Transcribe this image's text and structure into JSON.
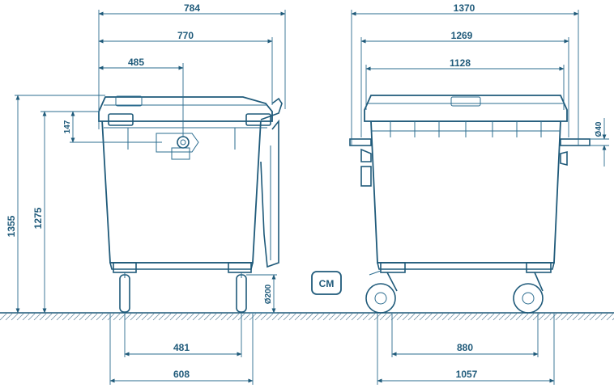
{
  "dimensions": {
    "front_overall_width": "784",
    "front_body_width": "770",
    "front_half_width": "485",
    "front_lid_depth": "147",
    "front_wheel_span": "481",
    "front_base_width": "608",
    "overall_height": "1355",
    "body_height": "1275",
    "wheel_diameter": "Ø200",
    "side_overall_width": "1370",
    "side_handle_width": "1269",
    "side_body_width": "1128",
    "side_pin_diameter": "Ø40",
    "side_wheel_span": "880",
    "side_base_width": "1057"
  },
  "badge": {
    "label": "CM"
  },
  "colors": {
    "line": "#1f5a7a",
    "dimension": "#2b6c8f",
    "ground_hatch": "#6c8ea3"
  }
}
